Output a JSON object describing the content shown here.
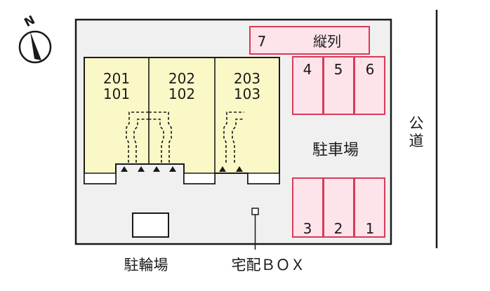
{
  "compass": {
    "north_label": "N"
  },
  "road": {
    "chars": [
      "公",
      "道"
    ]
  },
  "units": [
    {
      "upper": "201",
      "lower": "101"
    },
    {
      "upper": "202",
      "lower": "102"
    },
    {
      "upper": "203",
      "lower": "103"
    }
  ],
  "parking": {
    "label": "駐車場",
    "tandem": {
      "number": "7",
      "label": "縦列"
    },
    "top_spaces": [
      "4",
      "5",
      "6"
    ],
    "bottom_spaces": [
      "3",
      "2",
      "1"
    ]
  },
  "bicycle_parking": {
    "label": "駐輪場"
  },
  "delivery_box": {
    "label": "宅配ＢＯＸ"
  },
  "colors": {
    "site_fill": "#f0f0f0",
    "building_fill": "#fbf8c7",
    "parking_fill": "#fde3ea",
    "parking_stroke": "#d83a57",
    "line": "#1a1a1a"
  }
}
